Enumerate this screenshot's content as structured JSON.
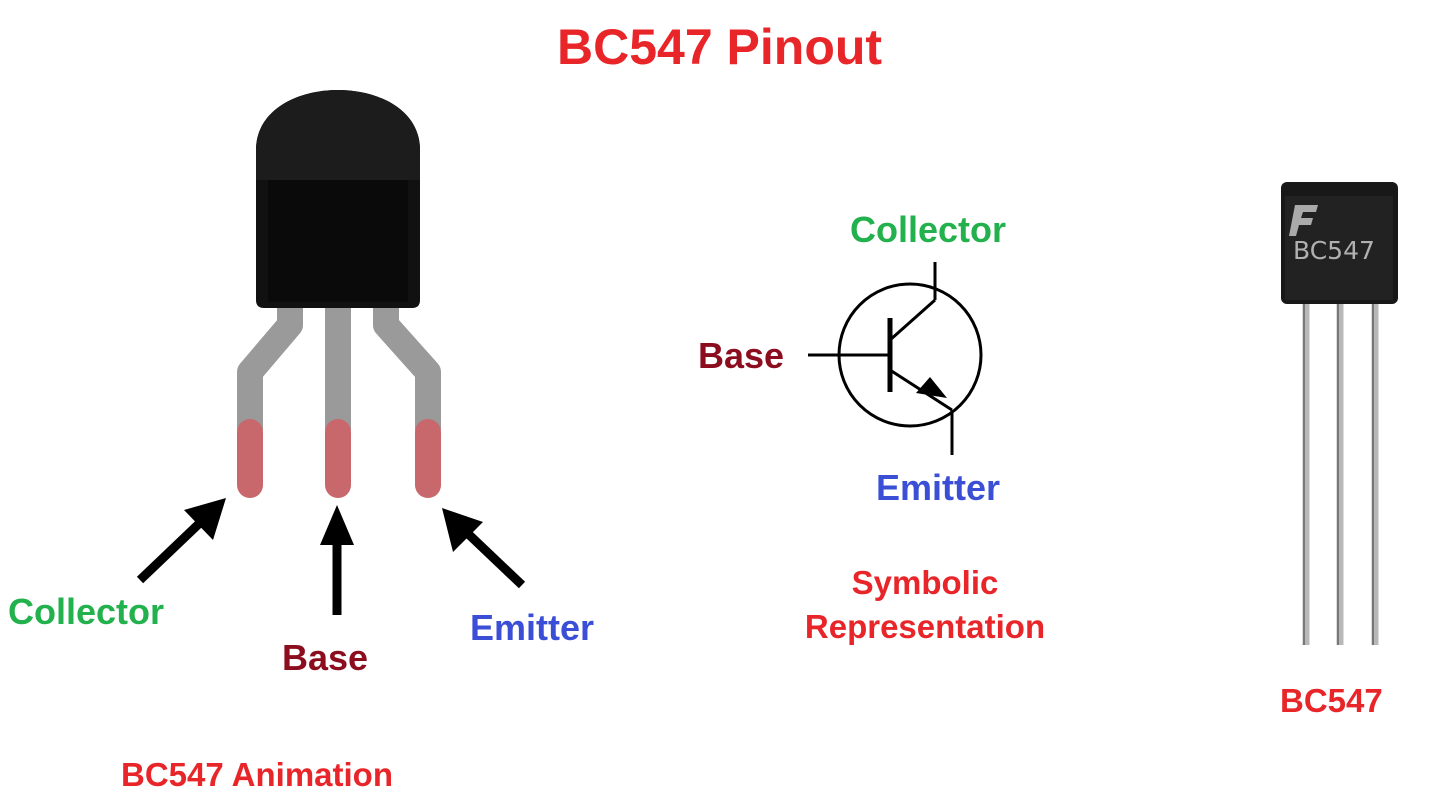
{
  "title": "BC547 Pinout",
  "colors": {
    "title": "#e8262a",
    "collector": "#22b14c",
    "base": "#8b0d1e",
    "emitter": "#3a4fd6",
    "caption": "#e8262a",
    "body": "#111111",
    "lead": "#9a9a9a",
    "lead_tip": "#c8676c"
  },
  "animation": {
    "collector_label": "Collector",
    "base_label": "Base",
    "emitter_label": "Emitter",
    "caption": "BC547 Animation"
  },
  "symbol": {
    "collector_label": "Collector",
    "base_label": "Base",
    "emitter_label": "Emitter",
    "caption_line1": "Symbolic",
    "caption_line2": "Representation"
  },
  "photo": {
    "marking": "BC547",
    "caption": "BC547"
  }
}
